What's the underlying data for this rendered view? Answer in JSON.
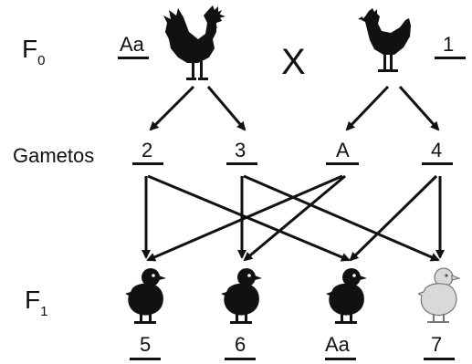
{
  "generations": {
    "f0": {
      "letter": "F",
      "index": "0"
    },
    "f1": {
      "letter": "F",
      "index": "1"
    },
    "gametes_label": "Gametos"
  },
  "cross_symbol": "X",
  "parents": {
    "rooster": {
      "genotype": "Aa",
      "icon": "rooster-silhouette-icon"
    },
    "hen": {
      "genotype": "1",
      "icon": "hen-silhouette-icon"
    }
  },
  "gametes": [
    "2",
    "3",
    "A",
    "4"
  ],
  "offspring": [
    {
      "genotype": "5",
      "color": "black",
      "icon": "chick-icon"
    },
    {
      "genotype": "6",
      "color": "black",
      "icon": "chick-icon"
    },
    {
      "genotype": "Aa",
      "color": "black",
      "icon": "chick-icon"
    },
    {
      "genotype": "7",
      "color": "light-gray",
      "icon": "chick-icon"
    }
  ],
  "colors": {
    "ink": "#111111",
    "light_chick_fill": "#d9d9d9",
    "light_chick_stroke": "#777777"
  }
}
